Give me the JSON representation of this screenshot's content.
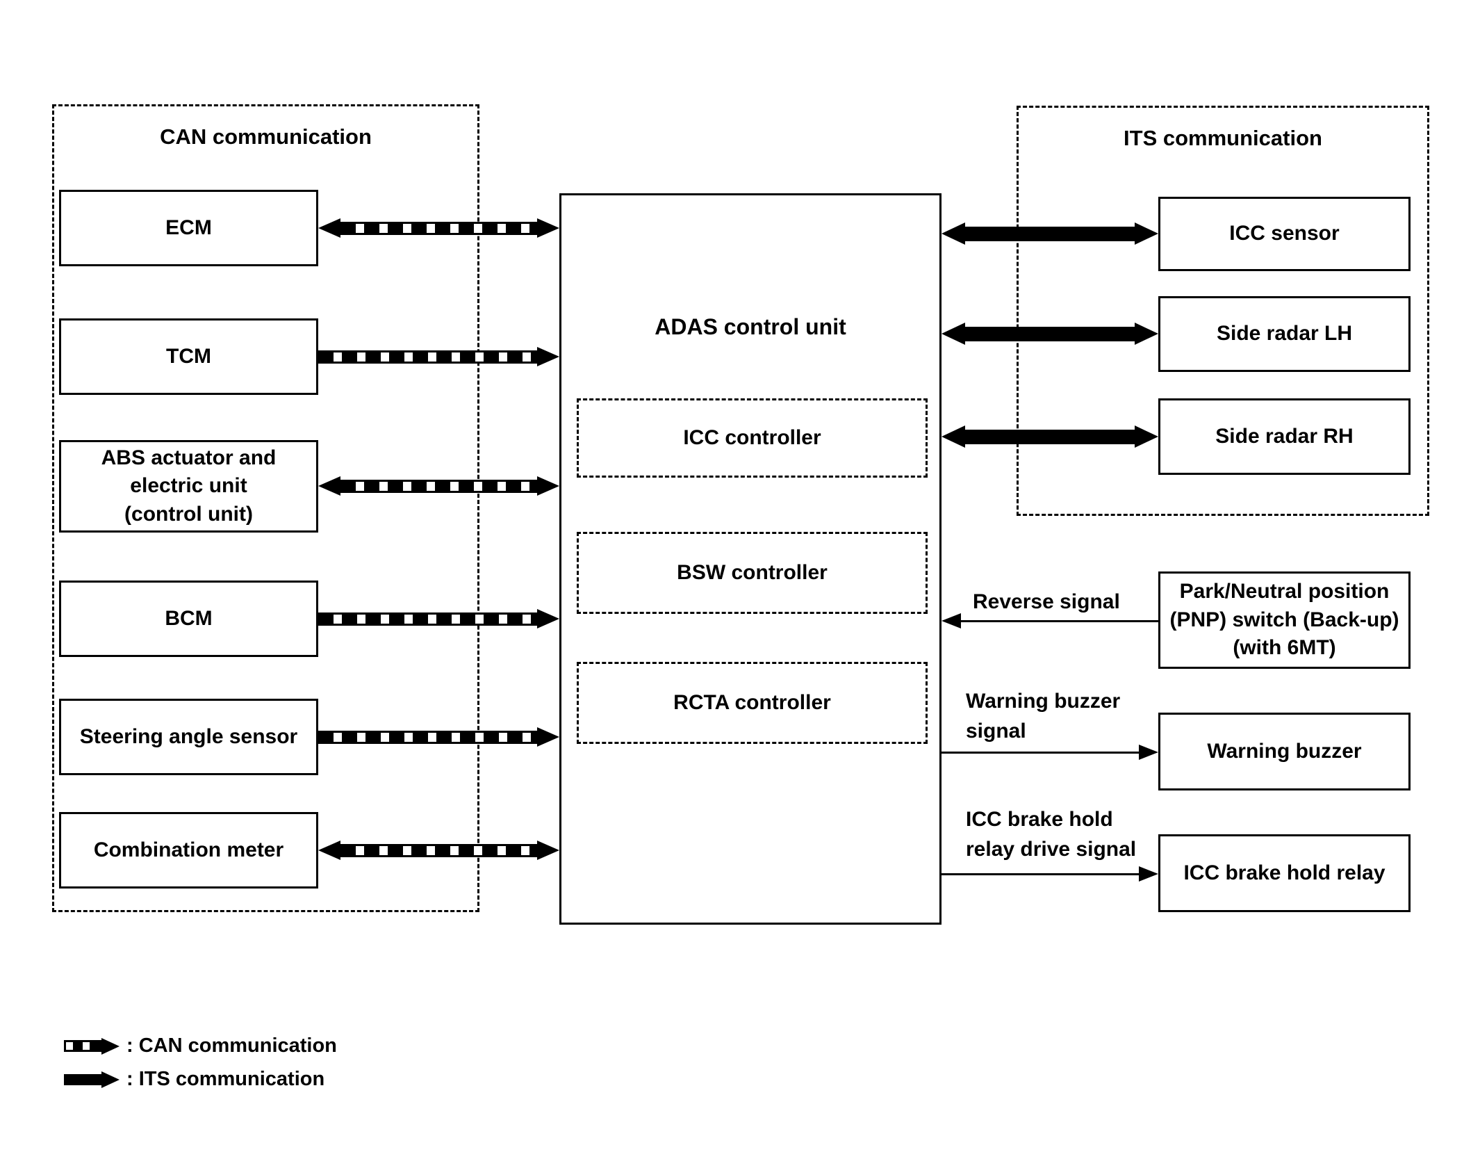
{
  "colors": {
    "ink": "#000000",
    "paper": "#ffffff"
  },
  "can_group": {
    "title": "CAN communication",
    "nodes": [
      {
        "id": "ecm",
        "lines": [
          "ECM"
        ],
        "arrow": "bidirectional"
      },
      {
        "id": "tcm",
        "lines": [
          "TCM"
        ],
        "arrow": "to-adas"
      },
      {
        "id": "abs-actuator",
        "lines": [
          "ABS actuator and",
          "electric unit",
          "(control unit)"
        ],
        "arrow": "bidirectional"
      },
      {
        "id": "bcm",
        "lines": [
          "BCM"
        ],
        "arrow": "to-adas"
      },
      {
        "id": "steering-angle-sensor",
        "lines": [
          "Steering angle sensor"
        ],
        "arrow": "to-adas"
      },
      {
        "id": "combination-meter",
        "lines": [
          "Combination meter"
        ],
        "arrow": "bidirectional"
      }
    ]
  },
  "adas_unit": {
    "title": "ADAS control unit",
    "controllers": [
      {
        "id": "icc-controller",
        "label": "ICC controller"
      },
      {
        "id": "bsw-controller",
        "label": "BSW controller"
      },
      {
        "id": "rcta-controller",
        "label": "RCTA controller"
      }
    ]
  },
  "its_group": {
    "title": "ITS communication",
    "nodes": [
      {
        "id": "icc-sensor",
        "lines": [
          "ICC sensor"
        ],
        "arrow": "bidirectional"
      },
      {
        "id": "side-radar-lh",
        "lines": [
          "Side radar LH"
        ],
        "arrow": "bidirectional"
      },
      {
        "id": "side-radar-rh",
        "lines": [
          "Side radar RH"
        ],
        "arrow": "bidirectional"
      }
    ]
  },
  "io_signals": [
    {
      "id": "reverse-signal",
      "label_lines": [
        "Reverse signal"
      ],
      "direction": "into-adas",
      "node_lines": [
        "Park/Neutral position",
        "(PNP) switch (Back-up)",
        "(with 6MT)"
      ]
    },
    {
      "id": "warning-buzzer-signal",
      "label_lines": [
        "Warning buzzer",
        "signal"
      ],
      "direction": "out-of-adas",
      "node_lines": [
        "Warning buzzer"
      ]
    },
    {
      "id": "icc-brake-hold-relay-drive-signal",
      "label_lines": [
        "ICC brake hold",
        "relay drive signal"
      ],
      "direction": "out-of-adas",
      "node_lines": [
        "ICC brake hold relay"
      ]
    }
  ],
  "legend": {
    "items": [
      {
        "swatch": "can-dashed-arrow",
        "label": ": CAN communication"
      },
      {
        "swatch": "its-solid-arrow",
        "label": ": ITS communication"
      }
    ]
  }
}
